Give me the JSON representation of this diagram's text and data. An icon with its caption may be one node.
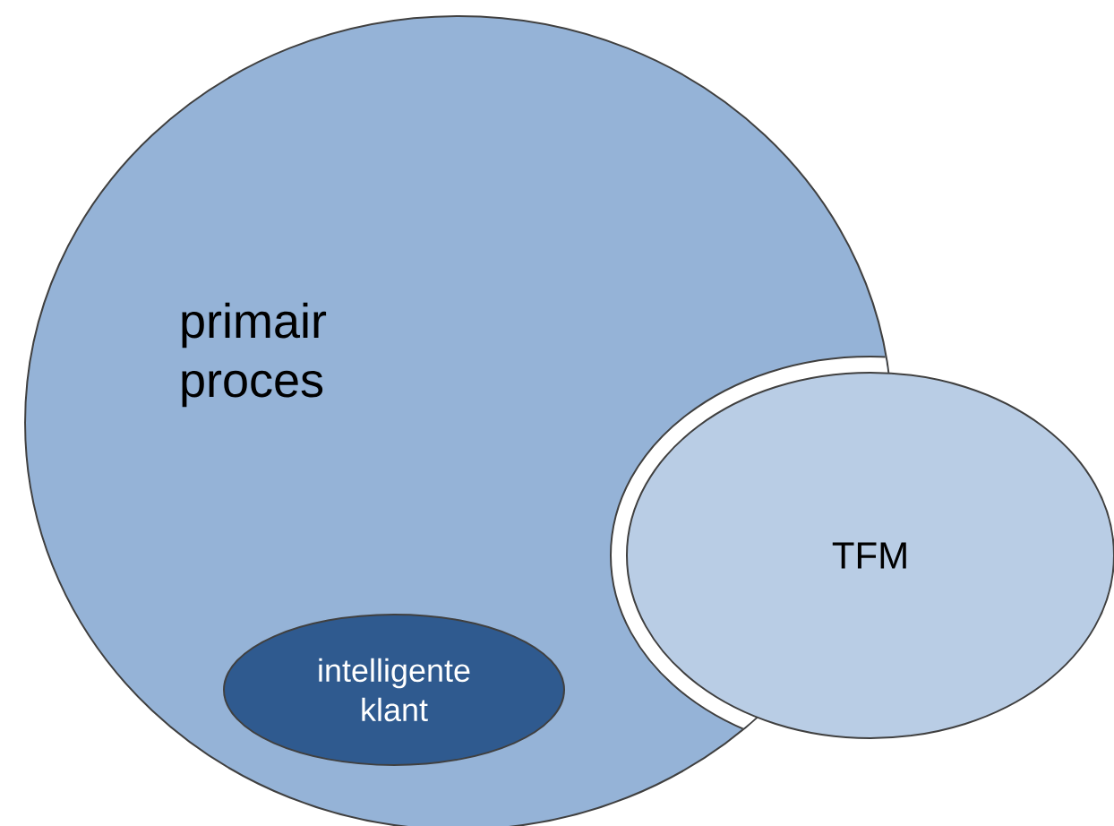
{
  "diagram": {
    "nodes": [
      {
        "text": [
          "primair proces"
        ]
      },
      {
        "text": [
          "TFM"
        ]
      },
      {
        "text": [
          "intelligente klant"
        ],
        "in": 0
      }
    ],
    "edges": []
  }
}
